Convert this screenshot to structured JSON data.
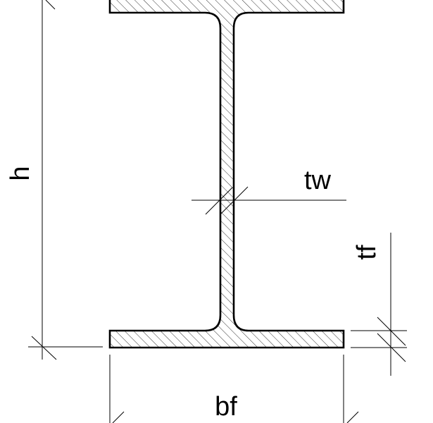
{
  "labels": {
    "height": "h",
    "web_thickness": "tw",
    "flange_thickness": "tf",
    "flange_width": "bf"
  },
  "colors": {
    "stroke": "#000000",
    "background": "#ffffff",
    "hatch": "#000000"
  }
}
